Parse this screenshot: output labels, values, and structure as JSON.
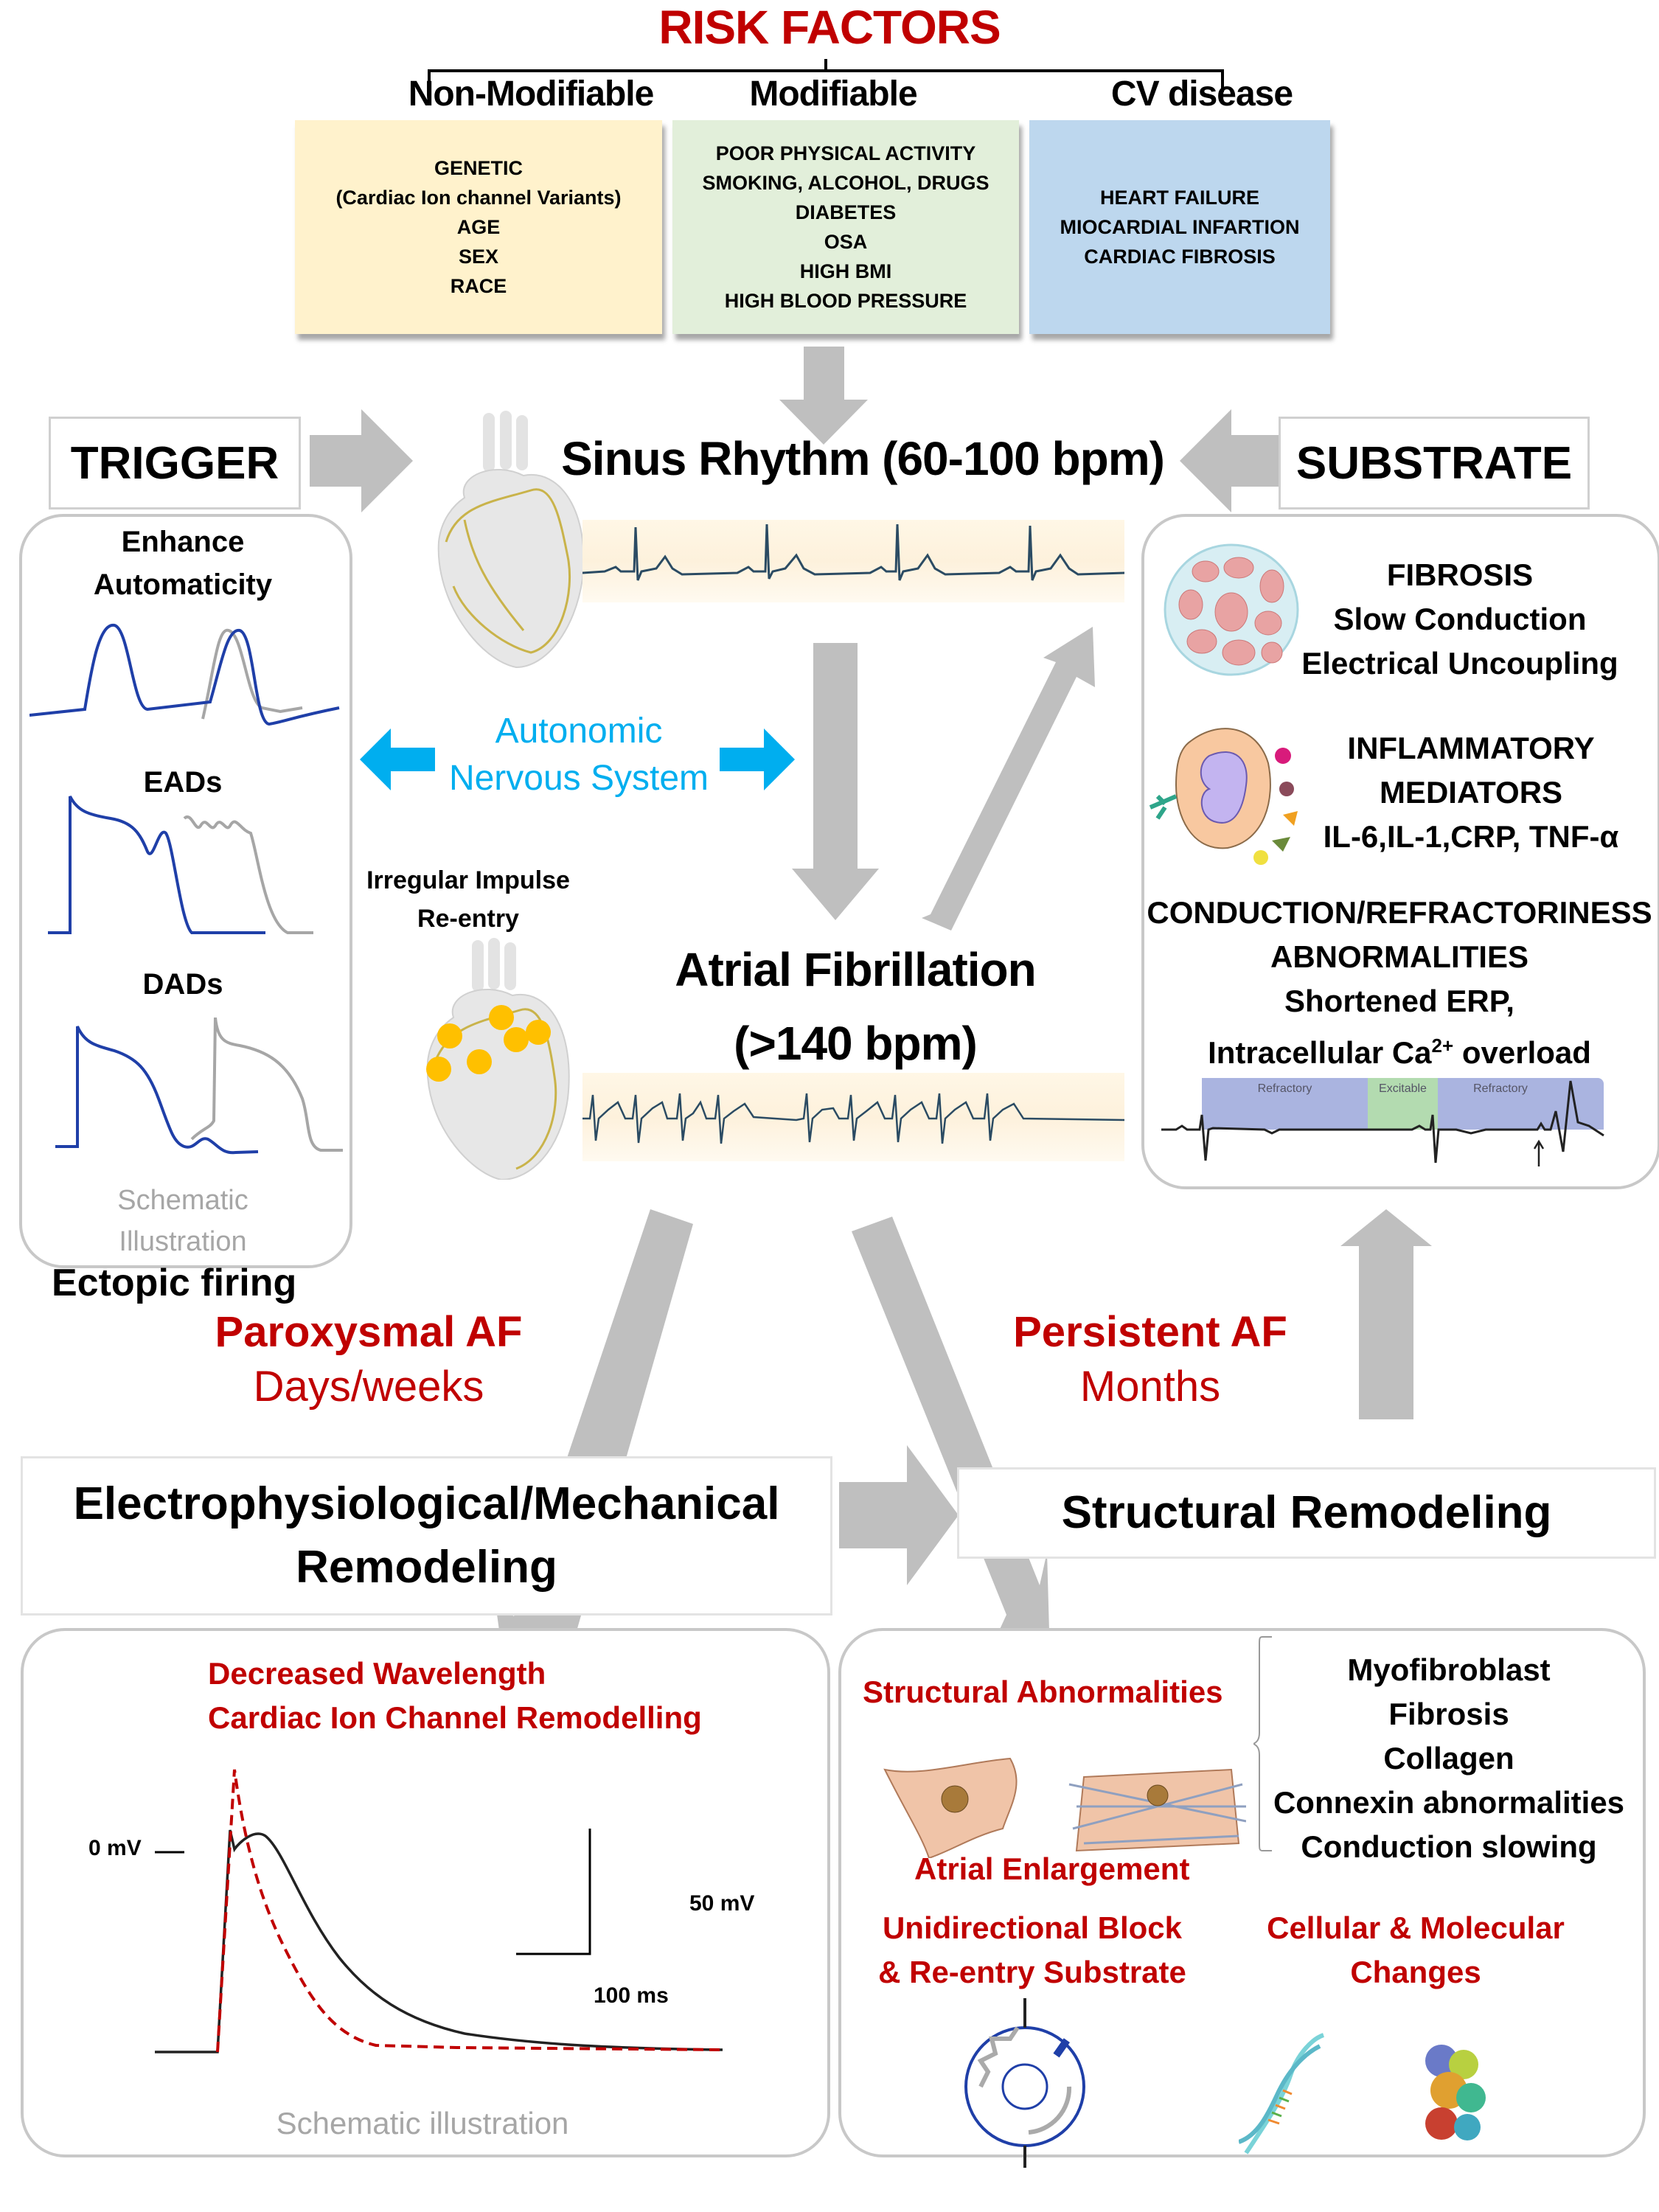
{
  "risk_factors": {
    "title": "RISK FACTORS",
    "categories": [
      {
        "label": "Non-Modifiable",
        "color": "#fff2cc",
        "items": [
          "GENETIC",
          "(Cardiac Ion channel Variants)",
          "AGE",
          "SEX",
          "RACE"
        ]
      },
      {
        "label": "Modifiable",
        "color": "#e2efda",
        "items": [
          "POOR PHYSICAL ACTIVITY",
          "SMOKING, ALCOHOL, DRUGS",
          "DIABETES",
          "OSA",
          "HIGH BMI",
          "HIGH BLOOD PRESSURE"
        ]
      },
      {
        "label": "CV disease",
        "color": "#bdd7ee",
        "items": [
          "HEART FAILURE",
          "MIOCARDIAL INFARTION",
          "CARDIAC FIBROSIS"
        ]
      }
    ]
  },
  "trigger": {
    "label": "TRIGGER",
    "panel": {
      "sections": [
        {
          "title_line1": "Enhance",
          "title_line2": "Automaticity"
        },
        {
          "title_line1": "EADs"
        },
        {
          "title_line1": "DADs"
        }
      ],
      "caption_line1": "Schematic",
      "caption_line2": "Illustration"
    },
    "footer": "Ectopic firing"
  },
  "substrate": {
    "label": "SUBSTRATE",
    "fibrosis": [
      "FIBROSIS",
      "Slow Conduction",
      "Electrical Uncoupling"
    ],
    "inflammatory": [
      "INFLAMMATORY",
      "MEDIATORS",
      "IL-6,IL-1,CRP, TNF-α"
    ],
    "conduction": {
      "line1": "CONDUCTION/REFRACTORINESS",
      "line2": "ABNORMALITIES",
      "line3": "Shortened ERP,",
      "line4_pre": "Intracellular Ca",
      "line4_sup": "2+",
      "line4_post": " overload",
      "strip_labels": [
        "Refractory",
        "Excitable",
        "Refractory"
      ]
    }
  },
  "center": {
    "sinus_rhythm": "Sinus Rhythm (60-100 bpm)",
    "ans_line1": "Autonomic",
    "ans_line2": "Nervous System",
    "irregular_line1": "Irregular Impulse",
    "irregular_line2": "Re-entry",
    "af_line1": "Atrial Fibrillation",
    "af_line2": "(>140 bpm)"
  },
  "progression": {
    "paroxysmal": {
      "label": "Paroxysmal AF",
      "duration": "Days/weeks"
    },
    "persistent": {
      "label": "Persistent AF",
      "duration": "Months"
    }
  },
  "remodeling": {
    "electro_line1": "Electrophysiological/Mechanical",
    "electro_line2": "Remodeling",
    "structural": "Structural Remodeling"
  },
  "bottom_left": {
    "title_line1": "Decreased Wavelength",
    "title_line2": "Cardiac Ion Channel Remodelling",
    "zero_label": "0 mV",
    "scale_v": "50 mV",
    "scale_t": "100 ms",
    "caption": "Schematic illustration"
  },
  "bottom_right": {
    "structural_abn": "Structural  Abnormalities",
    "atrial_enl": "Atrial Enlargement",
    "list": [
      "Myofibroblast",
      "Fibrosis",
      "Collagen",
      "Connexin abnormalities",
      "Conduction slowing"
    ],
    "unidirectional_line1": "Unidirectional Block",
    "unidirectional_line2": "& Re-entry Substrate",
    "cellular_line1": "Cellular & Molecular",
    "cellular_line2": "Changes"
  },
  "colors": {
    "accent_red": "#c00000",
    "arrow_grey": "#bfbfbf",
    "ans_blue": "#00aeef",
    "trace_blue": "#1f3fa8"
  }
}
